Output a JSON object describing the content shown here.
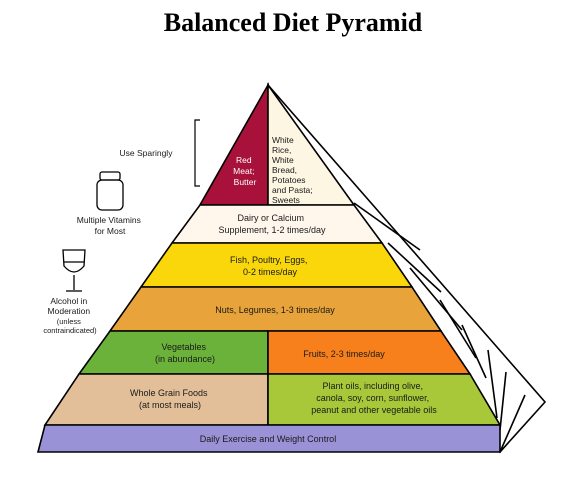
{
  "title": "Balanced Diet Pyramid",
  "side_labels": {
    "use_sparingly": "Use Sparingly",
    "vitamins": [
      "Multiple Vitamins",
      "for Most"
    ],
    "alcohol": [
      "Alcohol in",
      "Moderation",
      "(unless",
      "contraindicated)"
    ]
  },
  "tiers": {
    "red_meat": [
      "Red",
      "Meat;",
      "Butter"
    ],
    "white_foods": [
      "White",
      "Rice,",
      "White",
      "Bread,",
      "Potatoes",
      "and Pasta;",
      "Sweets"
    ],
    "dairy": [
      "Dairy or Calcium",
      "Supplement, 1-2 times/day"
    ],
    "fish": [
      "Fish, Poultry, Eggs,",
      "0-2 times/day"
    ],
    "nuts": [
      "Nuts, Legumes, 1-3 times/day"
    ],
    "vegetables": [
      "Vegetables",
      "(in abundance)"
    ],
    "fruits": [
      "Fruits, 2-3 times/day"
    ],
    "grains": [
      "Whole Grain Foods",
      "(at most meals)"
    ],
    "oils": [
      "Plant oils, including olive,",
      "canola, soy, corn, sunflower,",
      "peanut and other vegetable oils"
    ],
    "exercise": [
      "Daily Exercise and Weight Control"
    ]
  },
  "colors": {
    "red_meat": "#a8123a",
    "white_foods": "#fdf6e3",
    "dairy": "#fff6ec",
    "fish": "#f9d70b",
    "nuts": "#e8a33a",
    "vegetables": "#6bb23a",
    "fruits": "#f77f1c",
    "grains": "#e2bf98",
    "oils": "#a8c83a",
    "exercise": "#9a92d6"
  }
}
